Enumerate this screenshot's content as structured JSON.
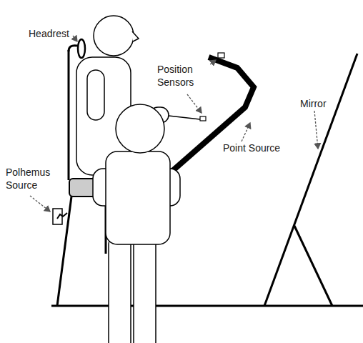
{
  "diagram": {
    "labels": [
      "Headrest",
      "Position Sensors",
      "Point Source",
      "Mirror",
      "Polhemus Source"
    ]
  }
}
